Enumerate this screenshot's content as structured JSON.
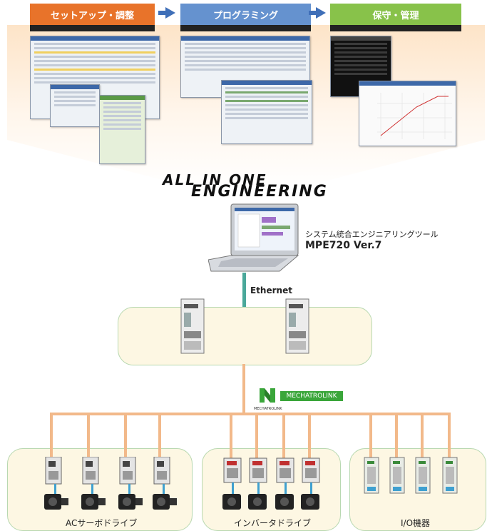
{
  "tabs": [
    {
      "label": "セットアップ・調整",
      "color": "#e8732a"
    },
    {
      "label": "プログラミング",
      "color": "#6592cf"
    },
    {
      "label": "保守・管理",
      "color": "#88c24a"
    }
  ],
  "slogan": {
    "line1": "ALL IN ONE",
    "line2": "ENGINEERING"
  },
  "tool": {
    "subtitle": "システム統合エンジニアリングツール",
    "name": "MPE720 Ver.7"
  },
  "ethernet_label": "Ethernet",
  "mechatrolink": {
    "logo_text": "MECHATROLINK",
    "brand": "MECHATROLINK"
  },
  "groups": [
    {
      "label": "ACサーボドライブ"
    },
    {
      "label": "インバータドライブ"
    },
    {
      "label": "I/O機器"
    }
  ],
  "colors": {
    "network_orange": "#f2b98a",
    "drop_blue": "#3fa0d0",
    "ethernet_teal": "#4aa89a",
    "mech_green": "#3aa63a"
  }
}
